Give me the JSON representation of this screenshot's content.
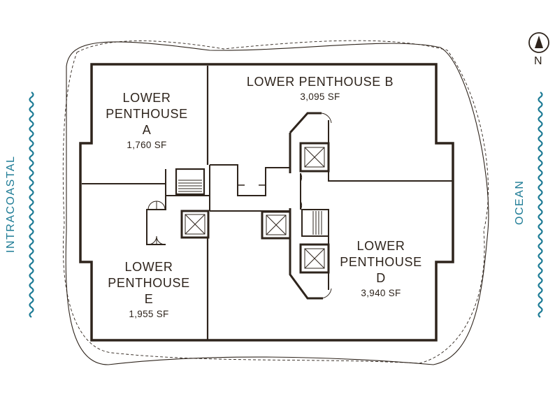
{
  "colors": {
    "wall": "#2e241c",
    "water": "#1d7b95",
    "outline": "#2e241c"
  },
  "units": [
    {
      "id": "A",
      "name_lines": [
        "LOWER",
        "PENTHOUSE",
        "A"
      ],
      "area": "1,760 SF"
    },
    {
      "id": "B",
      "name_lines": [
        "LOWER PENTHOUSE B"
      ],
      "area": "3,095 SF"
    },
    {
      "id": "D",
      "name_lines": [
        "LOWER",
        "PENTHOUSE",
        "D"
      ],
      "area": "3,940 SF"
    },
    {
      "id": "E",
      "name_lines": [
        "LOWER",
        "PENTHOUSE",
        "E"
      ],
      "area": "1,955 SF"
    }
  ],
  "sides": {
    "west": "INTRACOASTAL",
    "east": "OCEAN"
  },
  "compass": {
    "icon": "north-arrow-icon",
    "letter": "N"
  }
}
